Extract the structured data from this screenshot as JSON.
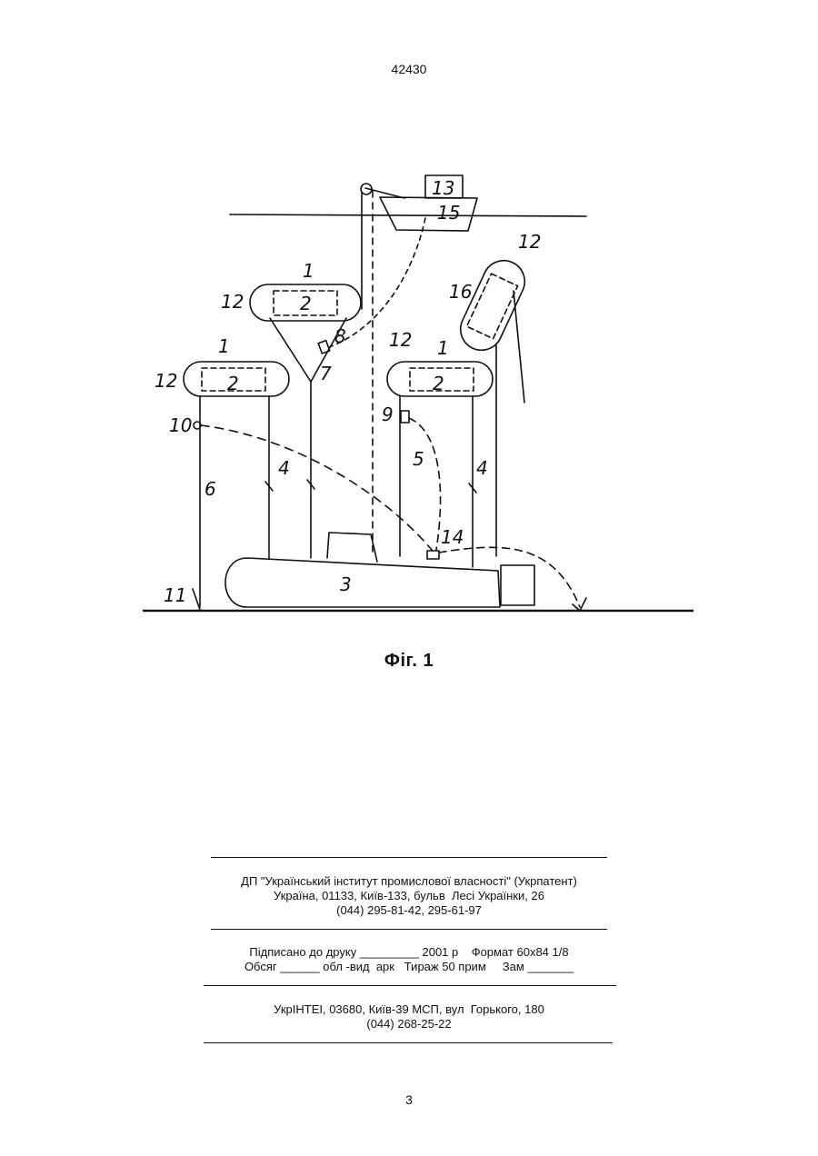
{
  "header": {
    "patent_number": "42430"
  },
  "figure": {
    "caption": "Фіг. 1",
    "ref_labels": {
      "l1a": "1",
      "l1b": "1",
      "l1c": "1",
      "l2a": "2",
      "l2b": "2",
      "l2c": "2",
      "l3": "3",
      "l4a": "4",
      "l4b": "4",
      "l5": "5",
      "l6": "6",
      "l7": "7",
      "l8": "8",
      "l9": "9",
      "l10": "10",
      "l11": "11",
      "l12a": "12",
      "l12b": "12",
      "l12c": "12",
      "l12d": "12",
      "l13": "13",
      "l14": "14",
      "l15": "15",
      "l16": "16"
    }
  },
  "imprint": {
    "publisher_line1": "ДП \"Український інститут промислової власності\" (Укрпатент)",
    "publisher_line2": "Україна, 01133, Київ-133, бульв  Лесі Українки, 26",
    "publisher_line3": "(044) 295-81-42, 295-61-97",
    "print_line1": "Підписано до друку _________ 2001 р    Формат 60х84 1/8",
    "print_line2": "Обсяг ______ обл -вид  арк   Тираж 50 прим     Зам _______",
    "printer_line1": "УкрІНТЕІ, 03680, Київ-39 МСП, вул  Горького, 180",
    "printer_line2": "(044) 268-25-22"
  },
  "footer": {
    "page_number": "3"
  }
}
